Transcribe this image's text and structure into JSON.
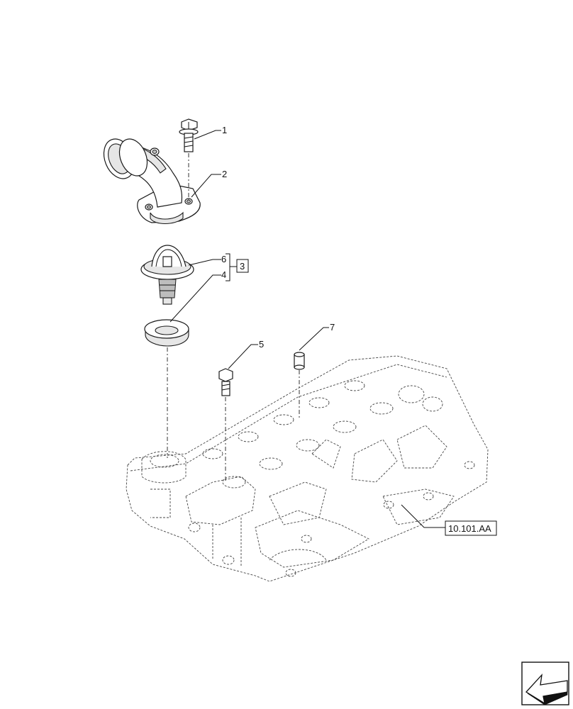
{
  "callouts": {
    "c1": "1",
    "c2": "2",
    "c3": "3",
    "c4": "4",
    "c5": "5",
    "c6": "6",
    "c7": "7"
  },
  "reference": {
    "label": "10.101.AA"
  },
  "icons": {
    "navigation": "previous-page-arrow-icon"
  },
  "colors": {
    "line": "#1a1a1a",
    "shade": "#e6e6e6",
    "background": "#ffffff"
  }
}
